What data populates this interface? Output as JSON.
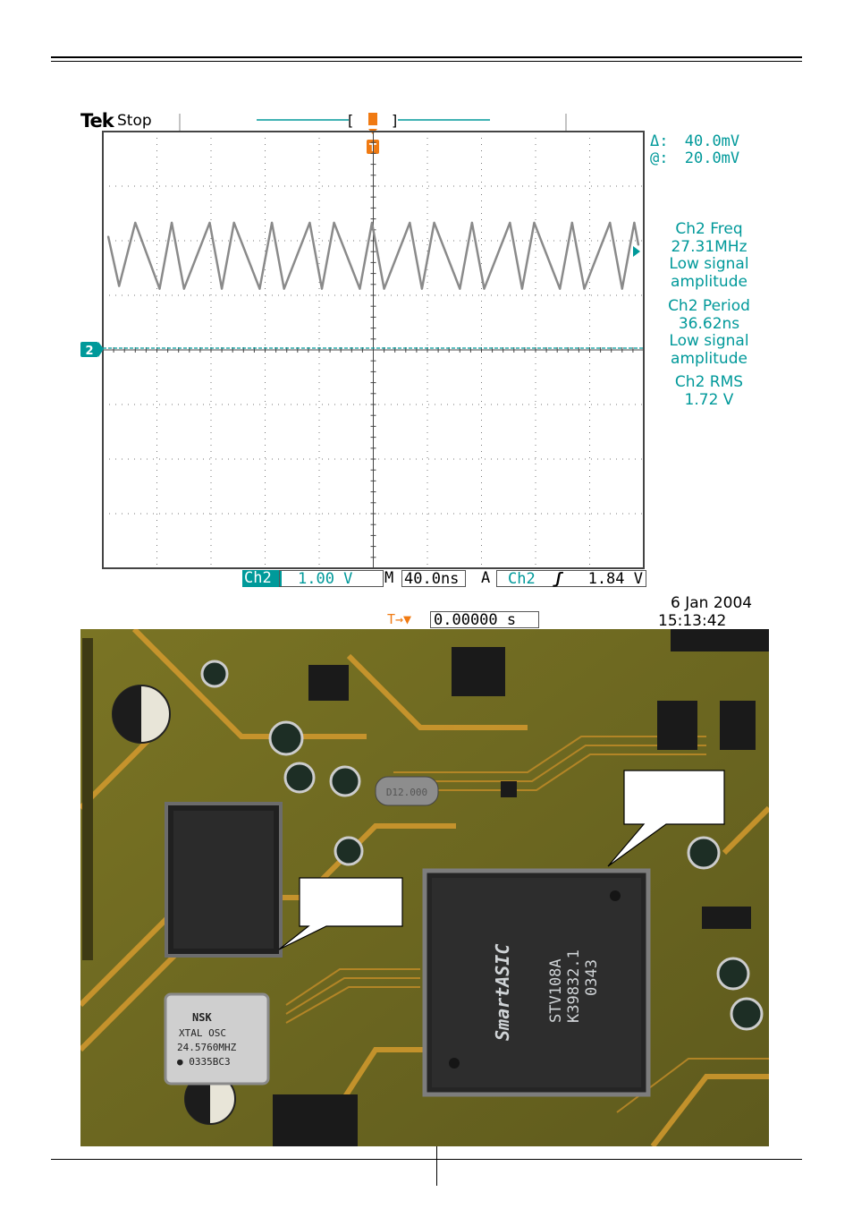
{
  "scope": {
    "brand": "Tek",
    "status": "Stop",
    "cursor_delta_label": "Δ:",
    "cursor_delta_value": "40.0mV",
    "cursor_at_label": "@:",
    "cursor_at_value": "20.0mV",
    "trigger_marker": "T",
    "channel_marker": "2",
    "measurements": [
      {
        "title": "Ch2 Freq",
        "value": "27.31MHz",
        "note1": "Low signal",
        "note2": "amplitude"
      },
      {
        "title": "Ch2 Period",
        "value": "36.62ns",
        "note1": "Low signal",
        "note2": "amplitude"
      },
      {
        "title": "Ch2 RMS",
        "value": "1.72 V",
        "note1": "",
        "note2": ""
      }
    ],
    "bottom": {
      "channel": "Ch2",
      "volts_div": "1.00 V",
      "time_prefix": "M",
      "time_div": "40.0ns",
      "trigger_prefix": "A",
      "trigger_channel": "Ch2",
      "trigger_slope": "ʃ",
      "trigger_level": "1.84 V",
      "trigger_pos_label": "T→▼",
      "trigger_pos_value": "0.00000 s"
    },
    "date": "6 Jan  2004",
    "time": "15:13:42",
    "colors": {
      "trace": "#8a8a8a",
      "teal": "#00999a",
      "trigger": "#f07a12",
      "grid": "#555555"
    }
  },
  "chart_data": {
    "type": "line",
    "title": "",
    "xlabel": "",
    "ylabel": "",
    "xlim": [
      -200,
      200
    ],
    "ylim": [
      -4,
      4
    ],
    "grid": true,
    "series": [
      {
        "x": [
          -196,
          -188,
          -176,
          -158,
          -149,
          -140,
          -121,
          -112,
          -103,
          -84,
          -75,
          -66,
          -47,
          -38,
          -29,
          -10,
          -1,
          8,
          27,
          36,
          45,
          64,
          73,
          82,
          101,
          110,
          119,
          138,
          147,
          156,
          175,
          184,
          193,
          196
        ],
        "y": [
          2.08,
          1.17,
          2.33,
          1.12,
          2.33,
          1.12,
          2.33,
          1.12,
          2.33,
          1.12,
          2.33,
          1.12,
          2.33,
          1.12,
          2.33,
          1.12,
          2.33,
          1.12,
          2.33,
          1.12,
          2.33,
          1.12,
          2.33,
          1.12,
          2.33,
          1.12,
          2.33,
          1.12,
          2.33,
          1.12,
          2.33,
          1.12,
          2.33,
          1.92
        ]
      }
    ]
  },
  "photo": {
    "chip_main_brand": "SmartASIC",
    "chip_main_line1": "STV108A",
    "chip_main_line2": "K39832.1",
    "chip_main_line3": "0343",
    "xtal_line1": "NSK",
    "xtal_line2": "XTAL OSC",
    "xtal_line3": "24.5760MHZ",
    "xtal_line4": "● 0335BC3",
    "crystal_small": "D12.000"
  }
}
